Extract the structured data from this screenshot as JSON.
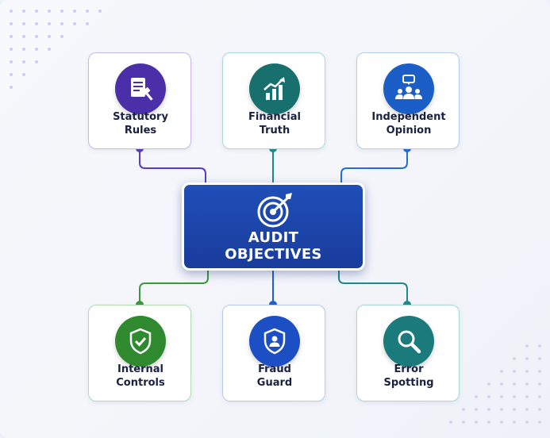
{
  "center": {
    "title_line1": "AUDIT",
    "title_line2": "OBJECTIVES",
    "icon": "target-icon"
  },
  "top_cards": [
    {
      "line1": "Statutory",
      "line2": "Rules",
      "icon": "document-gavel-icon",
      "color": "#4b2fa8"
    },
    {
      "line1": "Financial",
      "line2": "Truth",
      "icon": "bar-chart-trend-icon",
      "color": "#17706e"
    },
    {
      "line1": "Independent",
      "line2": "Opinion",
      "icon": "people-speech-icon",
      "color": "#1c5ec7"
    }
  ],
  "bottom_cards": [
    {
      "line1": "Internal",
      "line2": "Controls",
      "icon": "shield-check-icon",
      "color": "#2f8a2f"
    },
    {
      "line1": "Fraud",
      "line2": "Guard",
      "icon": "shield-person-icon",
      "color": "#1c4fc4"
    },
    {
      "line1": "Error",
      "line2": "Spotting",
      "icon": "magnifier-icon",
      "color": "#1a7a7c"
    }
  ],
  "colors": {
    "purple": "#5a3cc0",
    "teal": "#1f8a8a",
    "blue": "#1f6fd6",
    "green": "#3a9a3a",
    "center": "#1f4fb8"
  }
}
